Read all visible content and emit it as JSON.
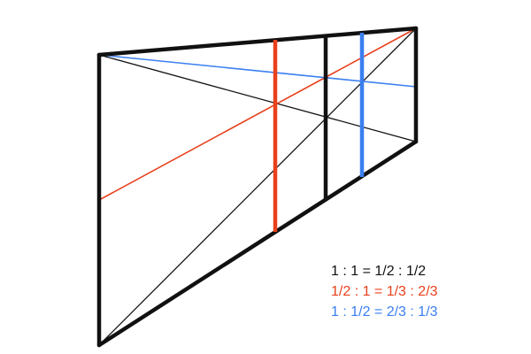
{
  "equations": [
    {
      "text": "1 : 1 = 1/2 : 1/2",
      "color": "#111111"
    },
    {
      "text": "1/2 : 1 = 1/3 : 2/3",
      "color": "#e8401c"
    },
    {
      "text": "1 : 1/2 = 2/3 : 1/3",
      "color": "#3a7ff0"
    }
  ],
  "colors": {
    "black": "#111111",
    "red": "#e8401c",
    "blue": "#3a7ff0"
  }
}
